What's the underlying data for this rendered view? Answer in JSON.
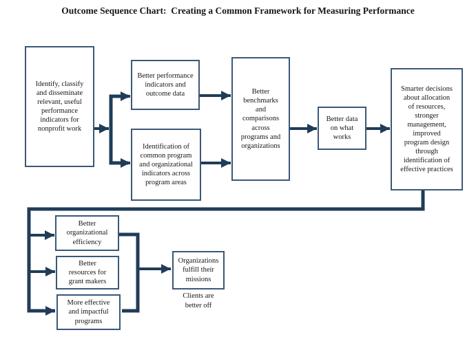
{
  "title": "Outcome Sequence Chart:  Creating a Common Framework for Measuring Performance",
  "colors": {
    "line": "#203c59",
    "border": "#3a5876",
    "text": "#161616"
  },
  "boxes": {
    "identify": "Identify, classify\nand disseminate\nrelevant, useful\nperformance\nindicators for\nnonprofit work",
    "better_indicators": "Better performance\nindicators and\noutcome data",
    "identification": "Identification of\ncommon program\nand organizational\nindicators across\nprogram areas",
    "benchmarks": "Better\nbenchmarks\nand\ncomparisons\nacross\nprograms and\norganizations",
    "better_data": "Better data\non what\nworks",
    "smarter_decisions": "Smarter decisions\nabout allocation\nof resources,\nstronger\nmanagement,\nimproved\nprogram design\nthrough\nidentification of\neffective practices",
    "org_efficiency": "Better\norganizational\nefficiency",
    "grant_resources": "Better\nresources for\ngrant makers",
    "impactful_programs": "More effective\nand impactful\nprograms",
    "fulfill_missions": "Organizations\nfulfill their\nmissions",
    "clients_better": "Clients are\nbetter off"
  }
}
